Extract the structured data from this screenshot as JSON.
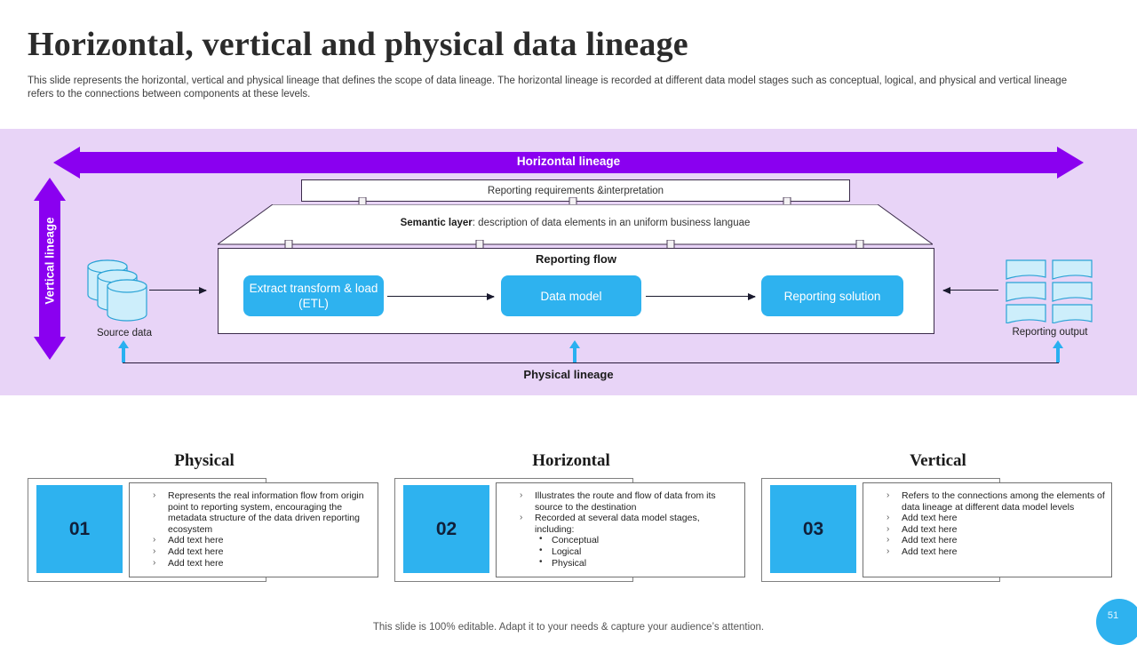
{
  "header": {
    "title": "Horizontal, vertical and physical data lineage",
    "subtitle": "This slide represents the horizontal, vertical and physical lineage that defines the scope of data lineage. The horizontal lineage is recorded at different data model stages such as conceptual, logical, and physical and vertical lineage refers to the connections between components at these levels."
  },
  "diagram": {
    "horizontal_lineage_label": "Horizontal lineage",
    "vertical_lineage_label": "Vertical lineage",
    "physical_lineage_label": "Physical lineage",
    "requirements_box": "Reporting  requirements  &interpretation",
    "semantic_layer_bold": "Semantic layer",
    "semantic_layer_rest": ": description of data elements in an uniform  business languae",
    "reporting_flow_title": "Reporting flow",
    "nodes": [
      {
        "label": "Extract transform & load (ETL)"
      },
      {
        "label": "Data model"
      },
      {
        "label": "Reporting solution"
      }
    ],
    "source_label": "Source  data",
    "output_label": "Reporting  output",
    "colors": {
      "panel_bg": "#e8d4f7",
      "purple": "#8a00f0",
      "blue": "#2eb2ef",
      "cyan_fill": "#cdeefb"
    }
  },
  "cards": [
    {
      "heading": "Physical",
      "number": "01",
      "bullets": [
        "Represents the real information  flow from origin point to reporting system, encouraging the metadata  structure of the data driven reporting ecosystem",
        "Add text here",
        "Add text here",
        "Add text here"
      ],
      "sub_bullets": []
    },
    {
      "heading": "Horizontal",
      "number": "02",
      "bullets": [
        "Illustrates the route and  flow of data from its source to the destination",
        "Recorded at several data model stages, including:"
      ],
      "sub_bullets": [
        "Conceptual",
        "Logical",
        "Physical"
      ]
    },
    {
      "heading": "Vertical",
      "number": "03",
      "bullets": [
        "Refers to the connections among  the elements of data lineage  at different data model levels",
        "Add text here",
        "Add text here",
        "Add text here",
        "Add text here"
      ],
      "sub_bullets": []
    }
  ],
  "footer": {
    "note": "This slide is 100% editable. Adapt it to your needs & capture your audience’s attention.",
    "page_number": "51"
  }
}
